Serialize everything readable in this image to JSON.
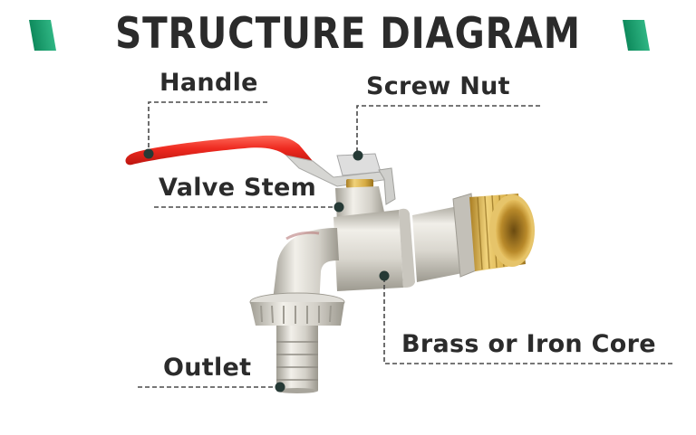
{
  "header": {
    "title": "STRUCTURE DIAGRAM",
    "accent_color": "#1a9a6a"
  },
  "labels": {
    "handle": "Handle",
    "screw_nut": "Screw Nut",
    "valve_stem": "Valve Stem",
    "brass_or_iron_core": "Brass or Iron Core",
    "outlet": "Outlet"
  },
  "colors": {
    "text": "#2b2b2b",
    "leader_line": "#4a4a4a",
    "dot": "#263a36",
    "handle_red": "#e8201c",
    "brass": "#d4a93a",
    "nickel": "#d8d6cf"
  }
}
